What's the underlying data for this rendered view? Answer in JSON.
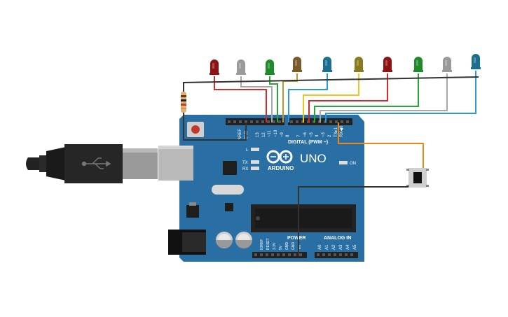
{
  "board": {
    "aref_label": "AREF",
    "gnd_label": "GND",
    "pin_labels": [
      "13",
      "12",
      "~11",
      "~10",
      "~9",
      "8",
      "7",
      "~6",
      "~5",
      "4",
      "~3",
      "2",
      "TX▸1",
      "RX◀0"
    ],
    "digital_label": "DIGITAL (PWM ~)",
    "l_label": "L",
    "tx_label": "TX",
    "rx_label": "RX",
    "on_label": "ON",
    "brand": "ARDUINO",
    "model": "UNO",
    "power_label": "POWER",
    "analog_label": "ANALOG IN",
    "power_pins": [
      "IOREF",
      "RESET",
      "3.3V",
      "5V",
      "GND",
      "GND",
      "Vin"
    ],
    "analog_pins": [
      "A0",
      "A1",
      "A2",
      "A3",
      "A4",
      "A5"
    ]
  },
  "leds": [
    {
      "color": "#8e1212"
    },
    {
      "color": "#9a9a9a"
    },
    {
      "color": "#1f8a2a"
    },
    {
      "color": "#7a5a28"
    },
    {
      "color": "#1b6e8f"
    },
    {
      "color": "#8a7a1e"
    },
    {
      "color": "#8e1212"
    },
    {
      "color": "#1f8a2a"
    },
    {
      "color": "#9a9a9a"
    },
    {
      "color": "#1b6e8f"
    }
  ],
  "wire_colors": [
    "#d32a2a",
    "#a8a8a8",
    "#2aa53a",
    "#c8922a",
    "#2a9ad0",
    "#e8c81a",
    "#d32a2a",
    "#2aa53a",
    "#a8a8a8",
    "#2a9ad0"
  ],
  "colors": {
    "board": "#2a6fa3",
    "board_dark": "#235f8f",
    "header": "#222222",
    "orange_wire": "#e8891a",
    "gnd_wire": "#333333"
  }
}
